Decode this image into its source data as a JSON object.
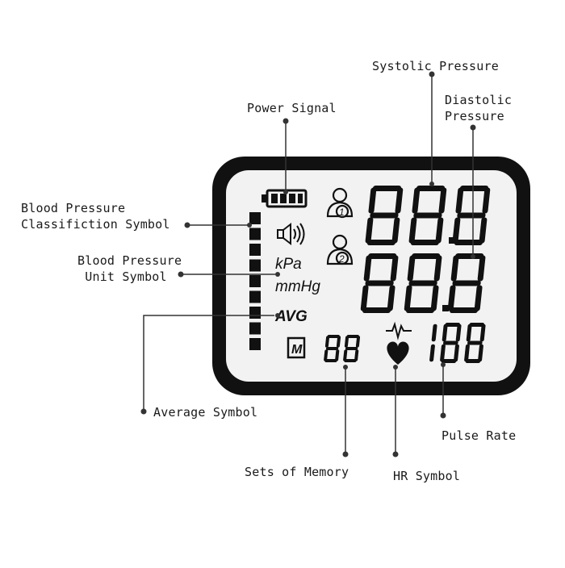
{
  "labels": {
    "systolic": "Systolic Pressure",
    "diastolic": "Diastolic\nPressure",
    "power": "Power Signal",
    "classification": "Blood Pressure\nClassifiction Symbol",
    "unit": "Blood Pressure\n Unit Symbol",
    "average": "Average Symbol",
    "memory": "Sets of Memory",
    "hr": "HR Symbol",
    "pulse": "Pulse Rate"
  },
  "lcd": {
    "systolic_digits": "888",
    "diastolic_digits": "888",
    "memory_digits": "88",
    "pulse_digits": "188",
    "unit_kpa": "kPa",
    "unit_mmhg": "mmHg",
    "avg": "AVG",
    "memory_badge": "M",
    "user_1": "1",
    "user_2": "2"
  },
  "colors": {
    "frame": "#111111",
    "screen": "#f2f2f2",
    "segment": "#111111",
    "leader": "#333333"
  }
}
